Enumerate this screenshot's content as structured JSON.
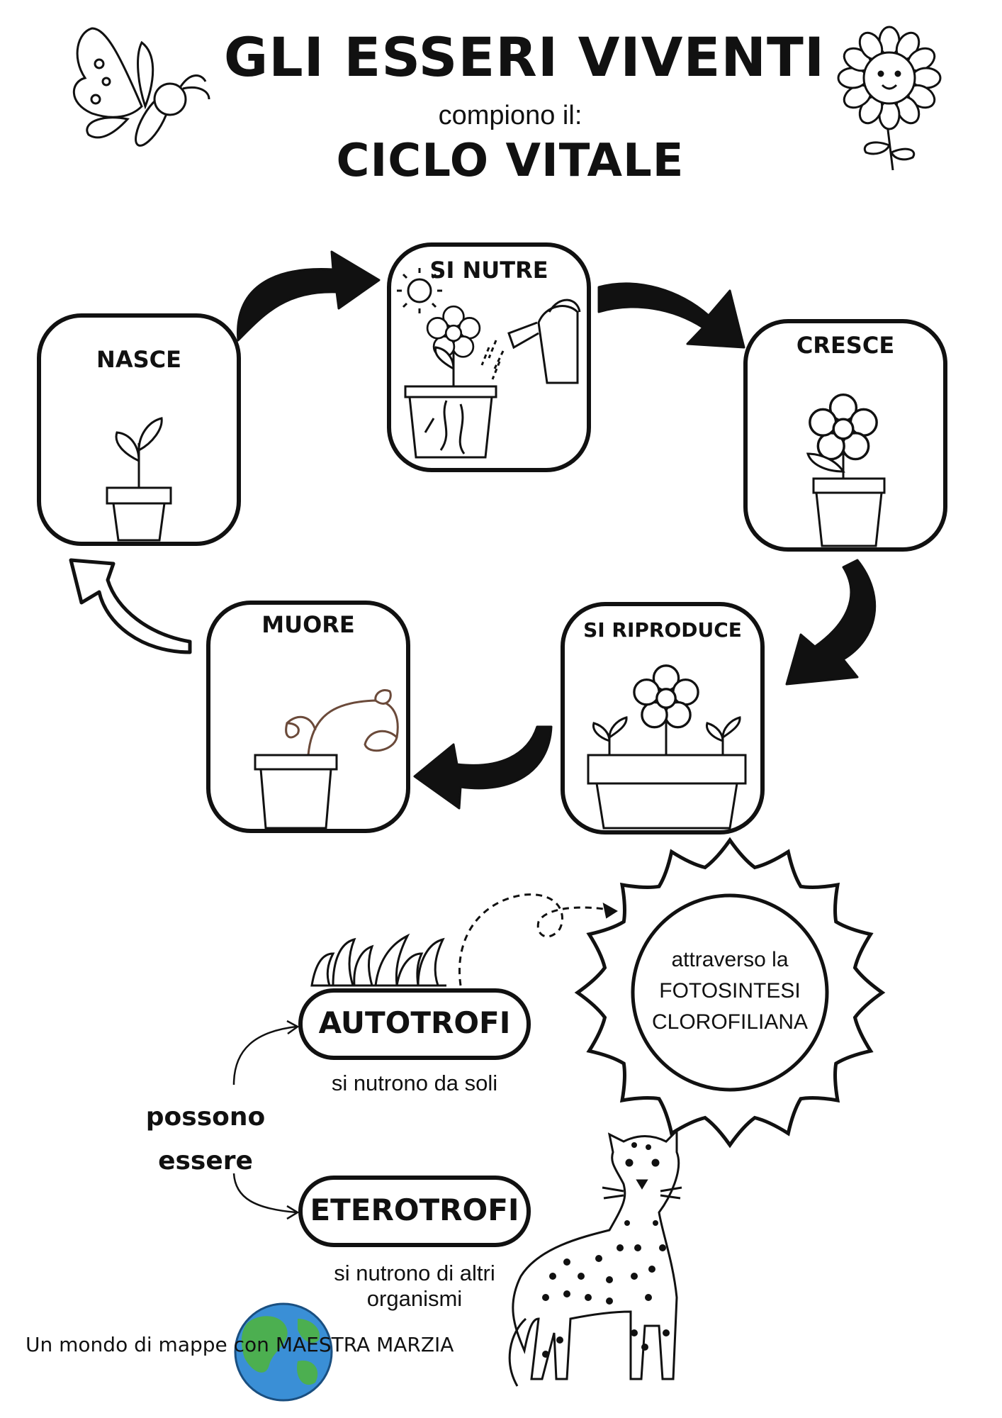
{
  "header": {
    "title": "GLI ESSERI VIVENTI",
    "subtitle": "compiono il:",
    "heading": "CICLO VITALE"
  },
  "cycle": {
    "stages": [
      {
        "label": "NASCE",
        "icon": "sprout-in-pot-icon"
      },
      {
        "label": "SI NUTRE",
        "icon": "watering-flower-icon"
      },
      {
        "label": "CRESCE",
        "icon": "flower-in-pot-icon"
      },
      {
        "label": "SI RIPRODUCE",
        "icon": "flower-with-sprouts-icon"
      },
      {
        "label": "MUORE",
        "icon": "wilted-plant-icon"
      }
    ]
  },
  "nutrition": {
    "connector": "possono essere",
    "autotrofi": {
      "label": "AUTOTROFI",
      "description": "si nutrono da soli",
      "sun_text_lines": [
        "attraverso la",
        "FOTOSINTESI",
        "CLOROFILIANA"
      ]
    },
    "eterotrofi": {
      "label": "ETEROTROFI",
      "description_lines": [
        "si nutrono di altri",
        "organismi"
      ]
    }
  },
  "footer": {
    "credit": "Un mondo di mappe con MAESTRA MARZIA"
  },
  "colors": {
    "ink": "#111111",
    "earth_ocean": "#3a8fd6",
    "earth_land": "#4caf50",
    "wilted_plant": "#6b4a3a"
  }
}
